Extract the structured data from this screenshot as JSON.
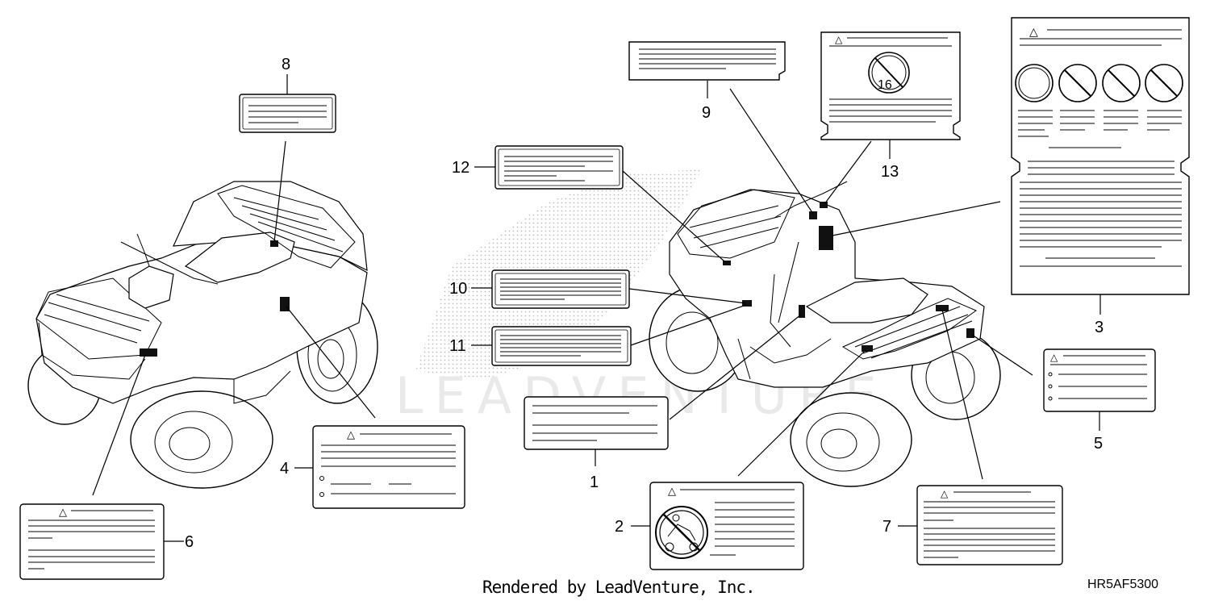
{
  "diagram": {
    "callouts": [
      "1",
      "2",
      "3",
      "4",
      "5",
      "6",
      "7",
      "8",
      "9",
      "10",
      "11",
      "12",
      "13"
    ],
    "warning_symbol": "△",
    "icon_label_13": "16",
    "icons": [
      "warning-triangle-icon",
      "no-passenger-icon",
      "age-16-prohibition-icon",
      "no-symbol-icon"
    ]
  },
  "watermark": "LEADVENTURE",
  "footer": {
    "rendered_by": "Rendered by LeadVenture, Inc.",
    "diagram_code": "HR5AF5300"
  }
}
